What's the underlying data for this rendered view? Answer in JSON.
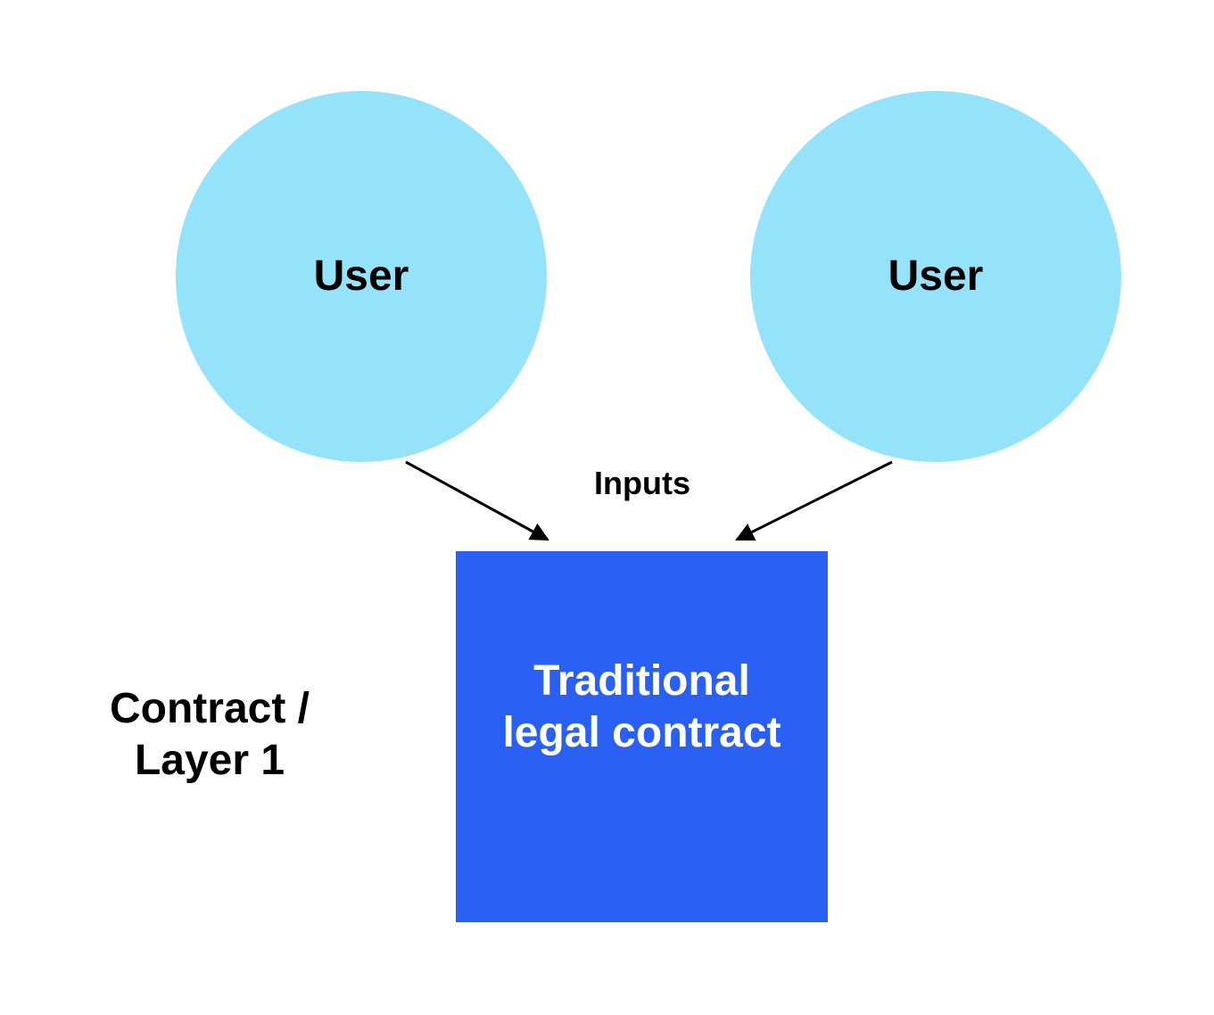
{
  "nodes": {
    "user_left": {
      "label": "User"
    },
    "user_right": {
      "label": "User"
    },
    "contract_box": {
      "line1": "Traditional",
      "line2": "legal contract"
    }
  },
  "edges": {
    "label": "Inputs"
  },
  "side_label": {
    "line1": "Contract /",
    "line2": "Layer 1"
  },
  "colors": {
    "user_fill": "#95e3fa",
    "contract_fill": "#2a5ff3",
    "arrow": "#000000",
    "text": "#000000",
    "contract_text": "#ffffff"
  }
}
